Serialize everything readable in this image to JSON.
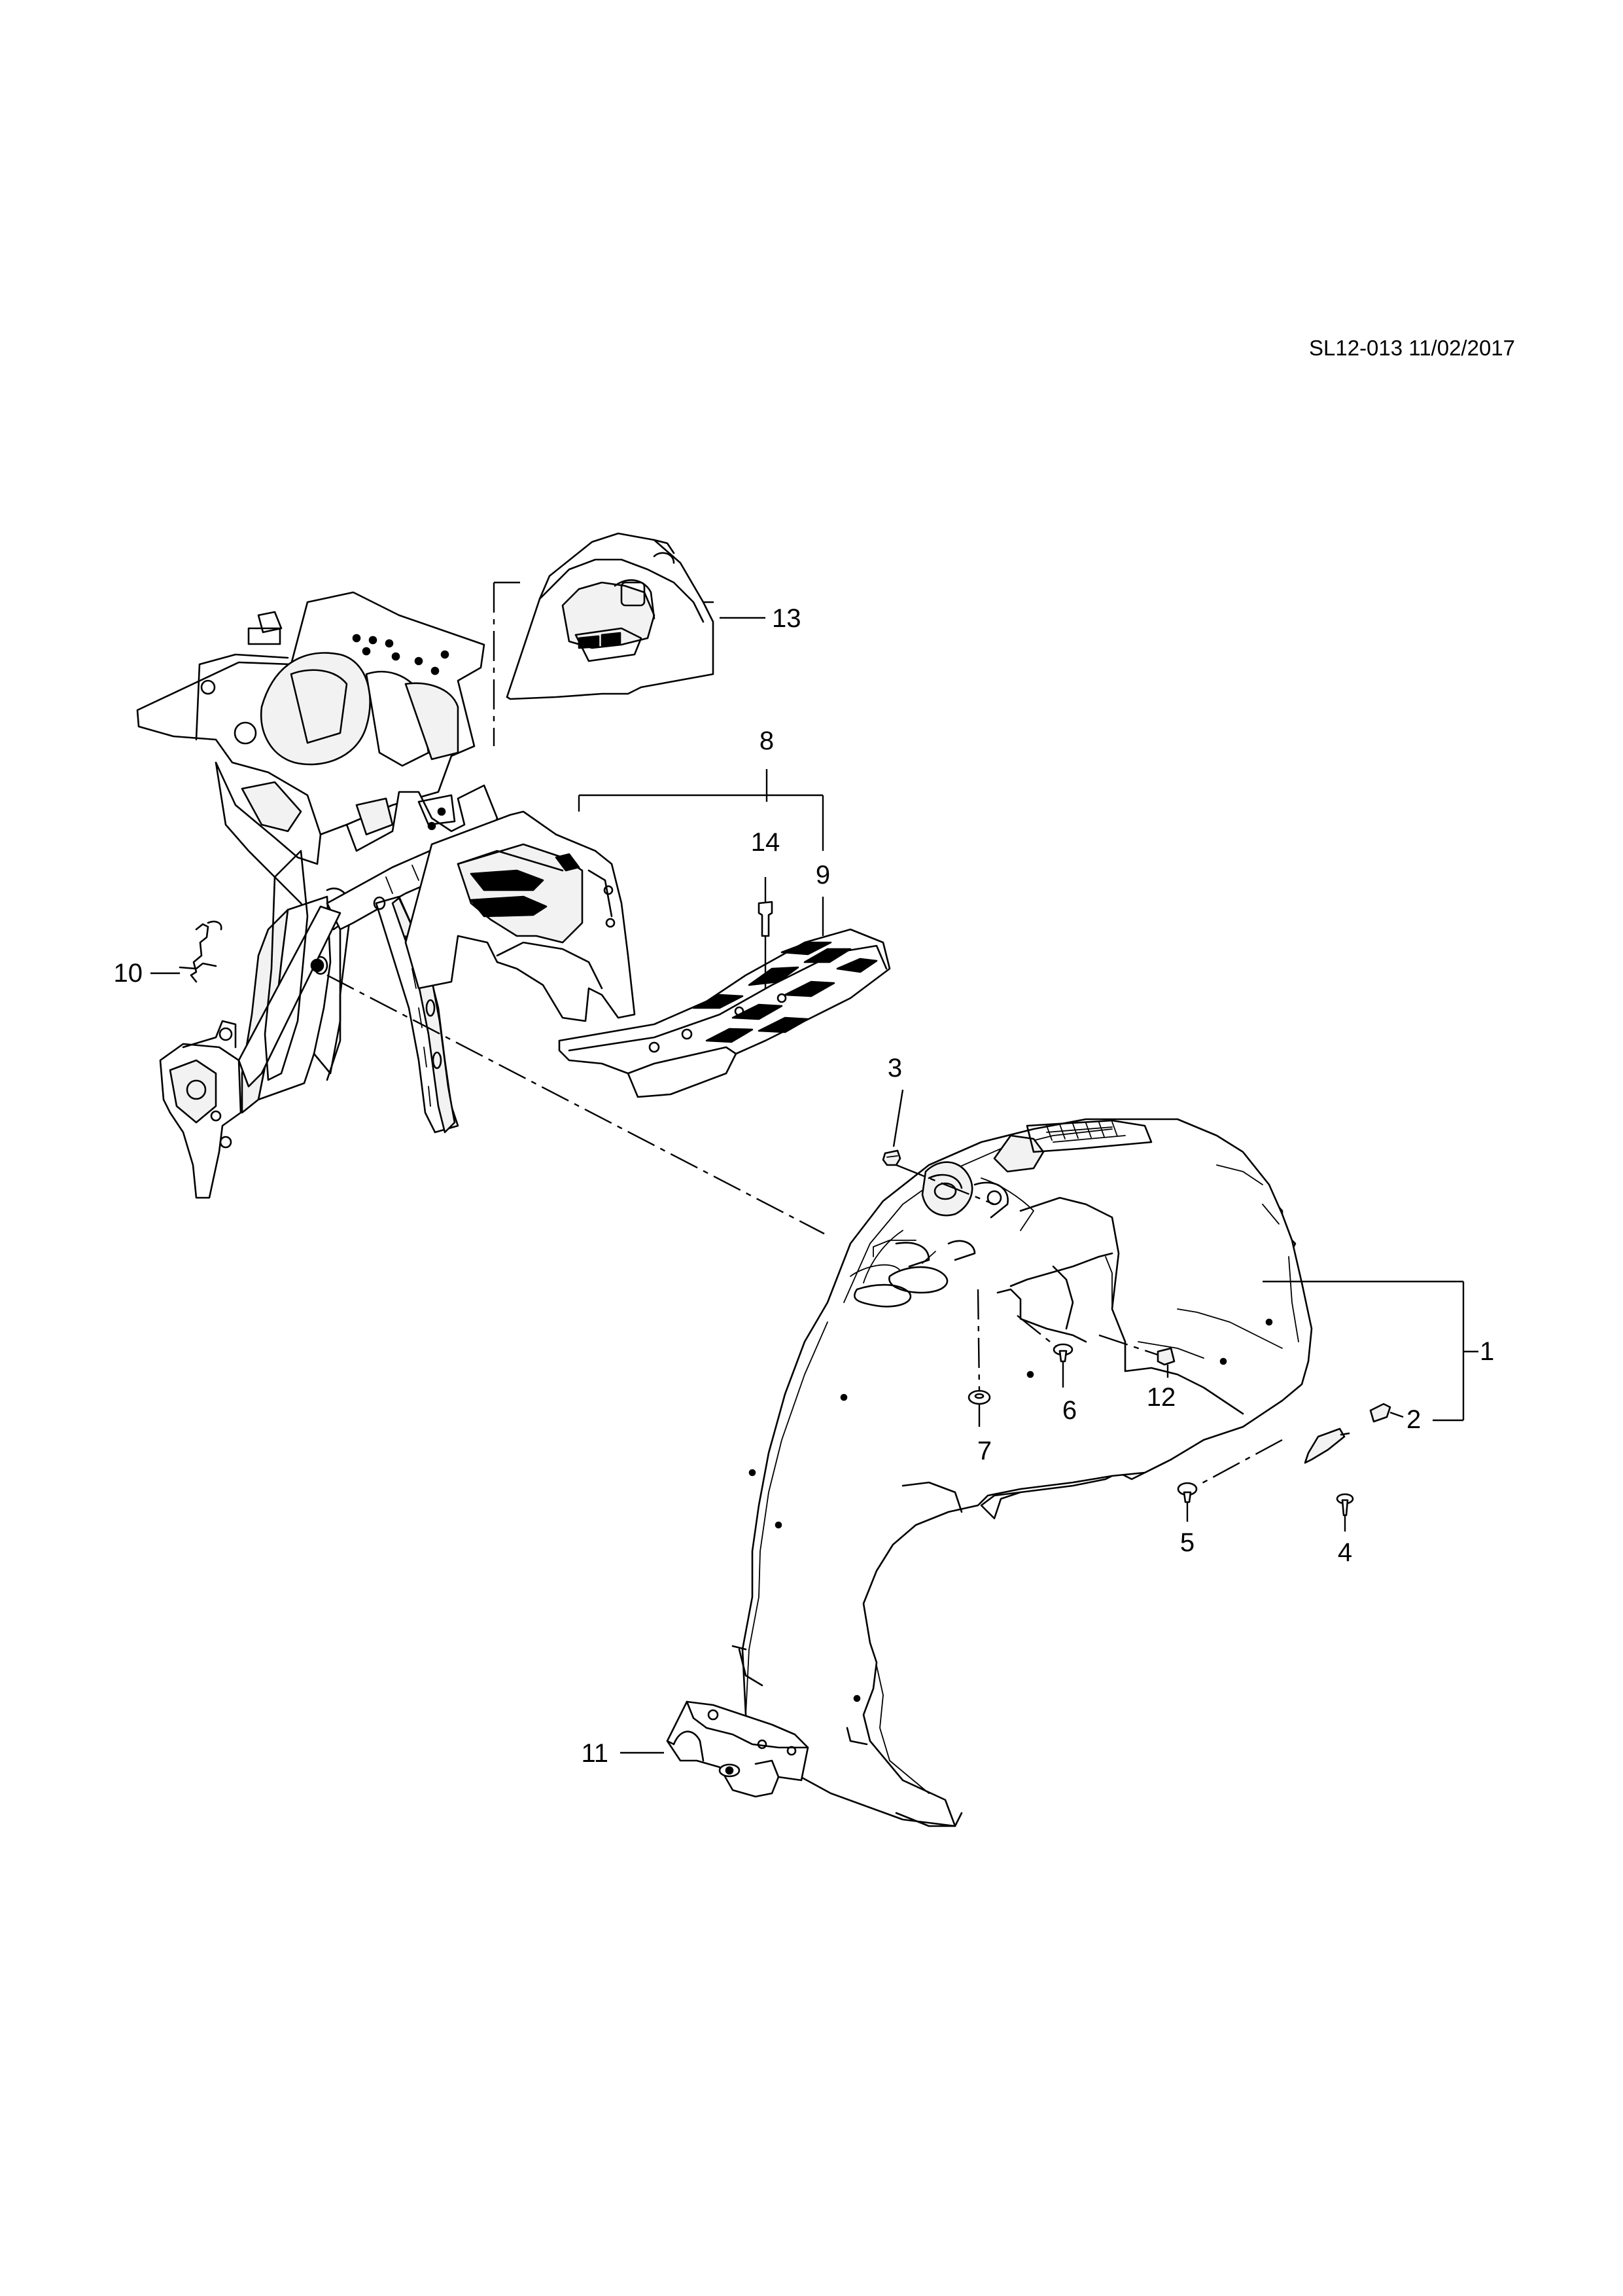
{
  "reference": "SL12-013 11/02/2017",
  "callouts": [
    {
      "id": "1",
      "label": "1"
    },
    {
      "id": "2",
      "label": "2"
    },
    {
      "id": "3",
      "label": "3"
    },
    {
      "id": "4",
      "label": "4"
    },
    {
      "id": "5",
      "label": "5"
    },
    {
      "id": "6",
      "label": "6"
    },
    {
      "id": "7",
      "label": "7"
    },
    {
      "id": "8",
      "label": "8"
    },
    {
      "id": "9",
      "label": "9"
    },
    {
      "id": "10",
      "label": "10"
    },
    {
      "id": "11",
      "label": "11"
    },
    {
      "id": "12",
      "label": "12"
    },
    {
      "id": "13",
      "label": "13"
    },
    {
      "id": "14",
      "label": "14"
    }
  ]
}
